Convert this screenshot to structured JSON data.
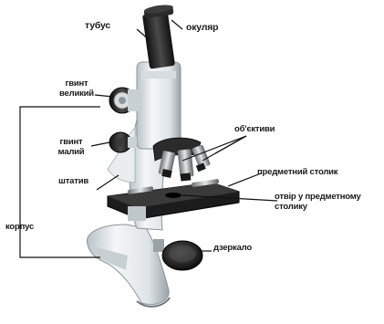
{
  "labels": {
    "tubus": "тубус",
    "okular": "окуляр",
    "gvynt_velykyi": "гвинт великий",
    "gvynt_malyi": "гвинт малий",
    "shtatyv": "штатив",
    "korpus": "корпус",
    "obyektyvy": "об'єктиви",
    "predmetnyi_stolyk": "предметний столик",
    "otvir": "отвір у предметному столику",
    "dzerkalo": "дзеркало"
  }
}
